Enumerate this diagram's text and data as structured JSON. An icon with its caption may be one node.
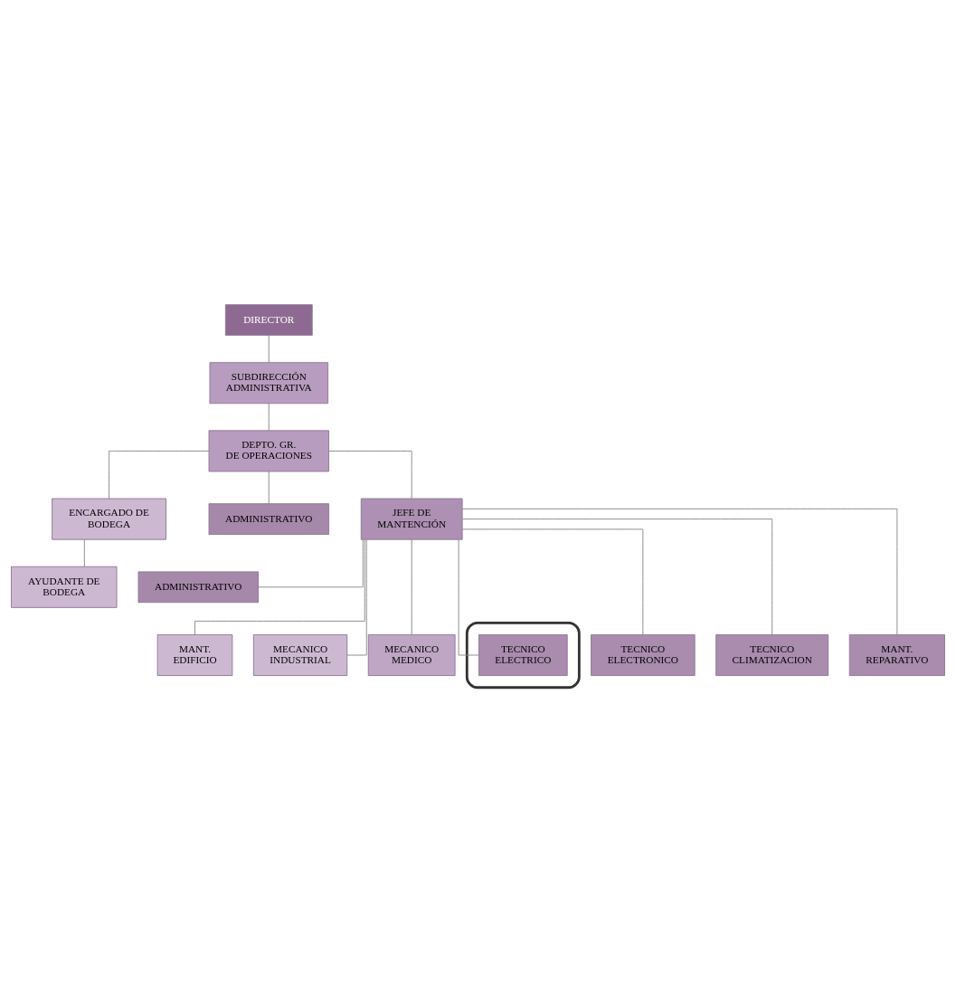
{
  "diagram": {
    "nodes": [
      {
        "text": [
          "DIRECTOR"
        ]
      },
      {
        "text": [
          "SUBDIRECCIÓN ADMINISTRATIVA"
        ]
      },
      {
        "text": [
          "DEPTO. GR. DE OPERACIONES"
        ]
      },
      {
        "text": [
          "ENCARGADO DE BODEGA"
        ]
      },
      {
        "text": [
          "AYUDANTE DE BODEGA"
        ]
      },
      {
        "text": [
          "ADMINISTRATIVO"
        ]
      },
      {
        "text": [
          "JEFE DE MANTENCIÓN"
        ]
      },
      {
        "text": [
          "ADMINISTRATIVO"
        ]
      },
      {
        "text": [
          "MANT. EDIFICIO"
        ]
      },
      {
        "text": [
          "MECANICO INDUSTRIAL"
        ]
      },
      {
        "text": [
          "MECANICO MEDICO"
        ]
      },
      {
        "text": [],
        "shape": "ellipse"
      },
      {
        "text": [
          "TECNICO ELECTRICO"
        ],
        "in": 11
      },
      {
        "text": [
          "TECNICO ELECTRONICO"
        ]
      },
      {
        "text": [
          "TECNICO CLIMATIZACION"
        ]
      },
      {
        "text": [
          "MANT. REPARATIVO"
        ]
      }
    ],
    "edges": [
      {
        "from": 0,
        "to": 1,
        "arrow": "none"
      },
      {
        "from": 1,
        "to": 2,
        "arrow": "none"
      },
      {
        "from": 2,
        "to": 3,
        "arrow": "none"
      },
      {
        "from": 2,
        "to": 5,
        "arrow": "none"
      },
      {
        "from": 2,
        "to": 6,
        "arrow": "none"
      },
      {
        "from": 3,
        "to": 4,
        "arrow": "none"
      },
      {
        "from": 6,
        "to": 7,
        "arrow": "none"
      },
      {
        "from": 6,
        "to": 8,
        "arrow": "none"
      },
      {
        "from": 6,
        "to": 9,
        "arrow": "none"
      },
      {
        "from": 6,
        "to": 10,
        "arrow": "none"
      },
      {
        "from": 6,
        "to": 12,
        "arrow": "none"
      },
      {
        "from": 6,
        "to": 13,
        "arrow": "none"
      },
      {
        "from": 6,
        "to": 14,
        "arrow": "none"
      },
      {
        "from": 6,
        "to": 15,
        "arrow": "none"
      }
    ]
  }
}
